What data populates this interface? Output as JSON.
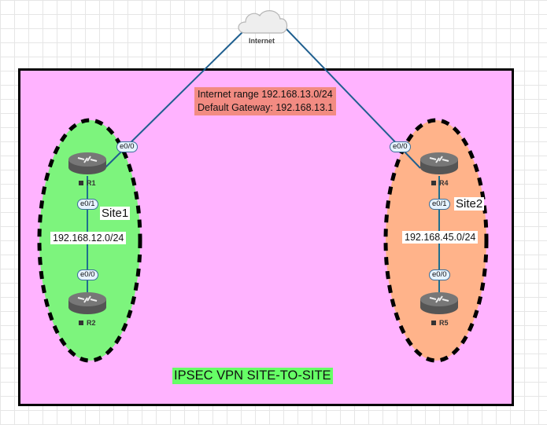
{
  "diagram": {
    "title": "IPSEC VPN SITE-TO-SITE",
    "internet_label": "Internet",
    "internet_note": {
      "line1": "Internet range 192.168.13.0/24",
      "line2": "Default Gateway: 192.168.13.1"
    },
    "sites": [
      {
        "name": "Site1",
        "color": "#66ff66",
        "network": "192.168.12.0/24",
        "routers": [
          {
            "name": "R1",
            "interfaces": [
              "e0/0",
              "e0/1"
            ]
          },
          {
            "name": "R2",
            "interfaces": [
              "e0/0"
            ]
          }
        ]
      },
      {
        "name": "Site2",
        "color": "#ffb38a",
        "network": "192.168.45.0/24",
        "routers": [
          {
            "name": "R4",
            "interfaces": [
              "e0/0",
              "e0/1"
            ]
          },
          {
            "name": "R5",
            "interfaces": [
              "e0/0"
            ]
          }
        ]
      }
    ],
    "colors": {
      "frame_fill": "#ffb3ff",
      "note_fill": "#f28b82",
      "title_fill": "#66ff66",
      "link": "#1f5f8f"
    }
  }
}
